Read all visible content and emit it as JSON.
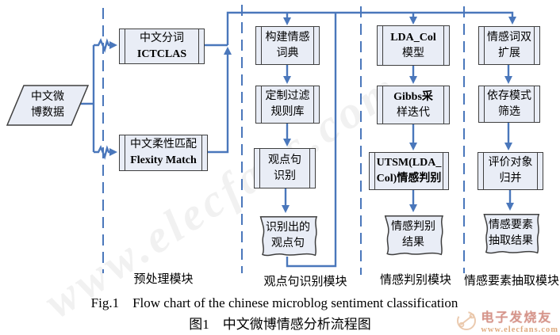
{
  "colors": {
    "line": "#4a77bb",
    "box_fill": "#e9edf6",
    "box_border": "#3f3f3f",
    "text": "#000000"
  },
  "nodes": {
    "input": {
      "lines": [
        "中文微",
        "博数据"
      ]
    },
    "ictclas": {
      "lines": [
        "中文分词",
        "ICTCLAS"
      ]
    },
    "flexity": {
      "lines": [
        "中文柔性匹配",
        "Flexity Match"
      ]
    },
    "build_dict": {
      "lines": [
        "构建情感",
        "词典"
      ]
    },
    "filter_rules": {
      "lines": [
        "定制过滤",
        "规则库"
      ]
    },
    "opinion_detect": {
      "lines": [
        "观点句",
        "识别"
      ]
    },
    "opinion_doc": {
      "lines": [
        "识别出的",
        "观点句"
      ]
    },
    "lda_model": {
      "lines": [
        "LDA_Col",
        "模型"
      ]
    },
    "gibbs": {
      "lines": [
        "Gibbs采",
        "样迭代"
      ]
    },
    "utsm": {
      "lines": [
        "UTSM(LDA_",
        "Col)情感判别"
      ]
    },
    "senti_result": {
      "lines": [
        "情感判别",
        "结果"
      ]
    },
    "word_expand": {
      "lines": [
        "情感词双",
        "扩展"
      ]
    },
    "dep_filter": {
      "lines": [
        "依存模式",
        "筛选"
      ]
    },
    "obj_merge": {
      "lines": [
        "评价对象",
        "归并"
      ]
    },
    "extract_result": {
      "lines": [
        "情感要素",
        "抽取结果"
      ]
    }
  },
  "module_labels": {
    "preprocess": "预处理模块",
    "opinion": "观点句识别模块",
    "sentiment": "情感判别模块",
    "extraction": "情感要素抽取模块"
  },
  "caption": {
    "en": "Fig.1　Flow chart of the chinese microblog sentiment classification",
    "zh": "图1　中文微博情感分析流程图"
  },
  "watermark": {
    "diagonal_text": "www.elecfans.com",
    "logo_name": "电子发烧友",
    "logo_site": "www.elecfans.com"
  }
}
